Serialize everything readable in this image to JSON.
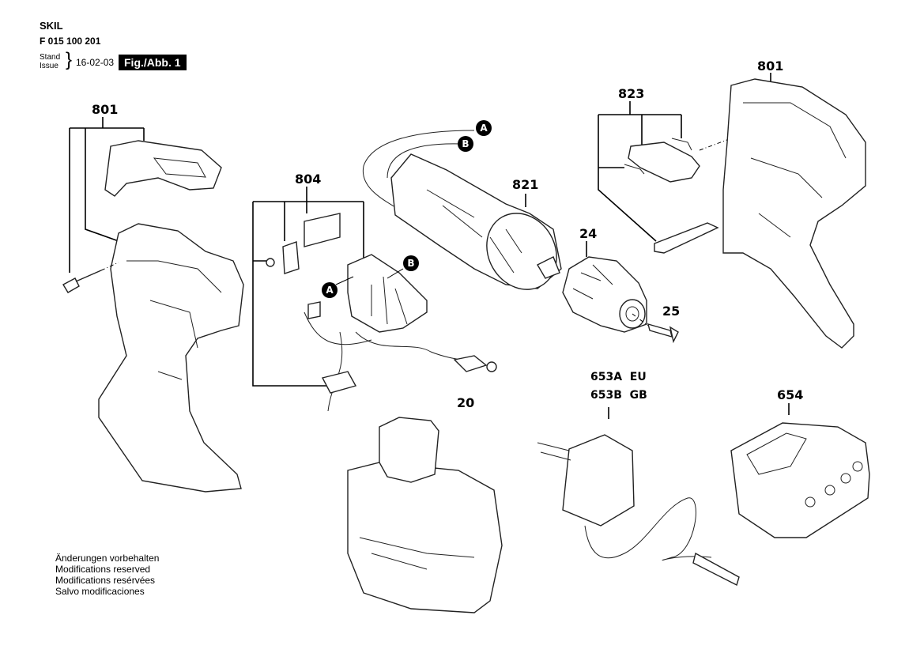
{
  "header": {
    "brand": "SKIL",
    "part_number": "F 015 100 201",
    "stand_label": "Stand",
    "issue_label": "Issue",
    "date": "16-02-03",
    "figure_label": "Fig./Abb. 1"
  },
  "part_labels": {
    "p801_left": "801",
    "p801_right": "801",
    "p804": "804",
    "p821": "821",
    "p823": "823",
    "p24": "24",
    "p25": "25",
    "p20": "20",
    "p653a": "653A  EU",
    "p653b": "653B  GB",
    "p654": "654"
  },
  "connectors": {
    "a1": "A",
    "b1": "B",
    "a2": "A",
    "b2": "B"
  },
  "footer_notes": [
    "Änderungen vorbehalten",
    "Modifications reserved",
    "Modifications resérvées",
    "Salvo modificaciones"
  ]
}
